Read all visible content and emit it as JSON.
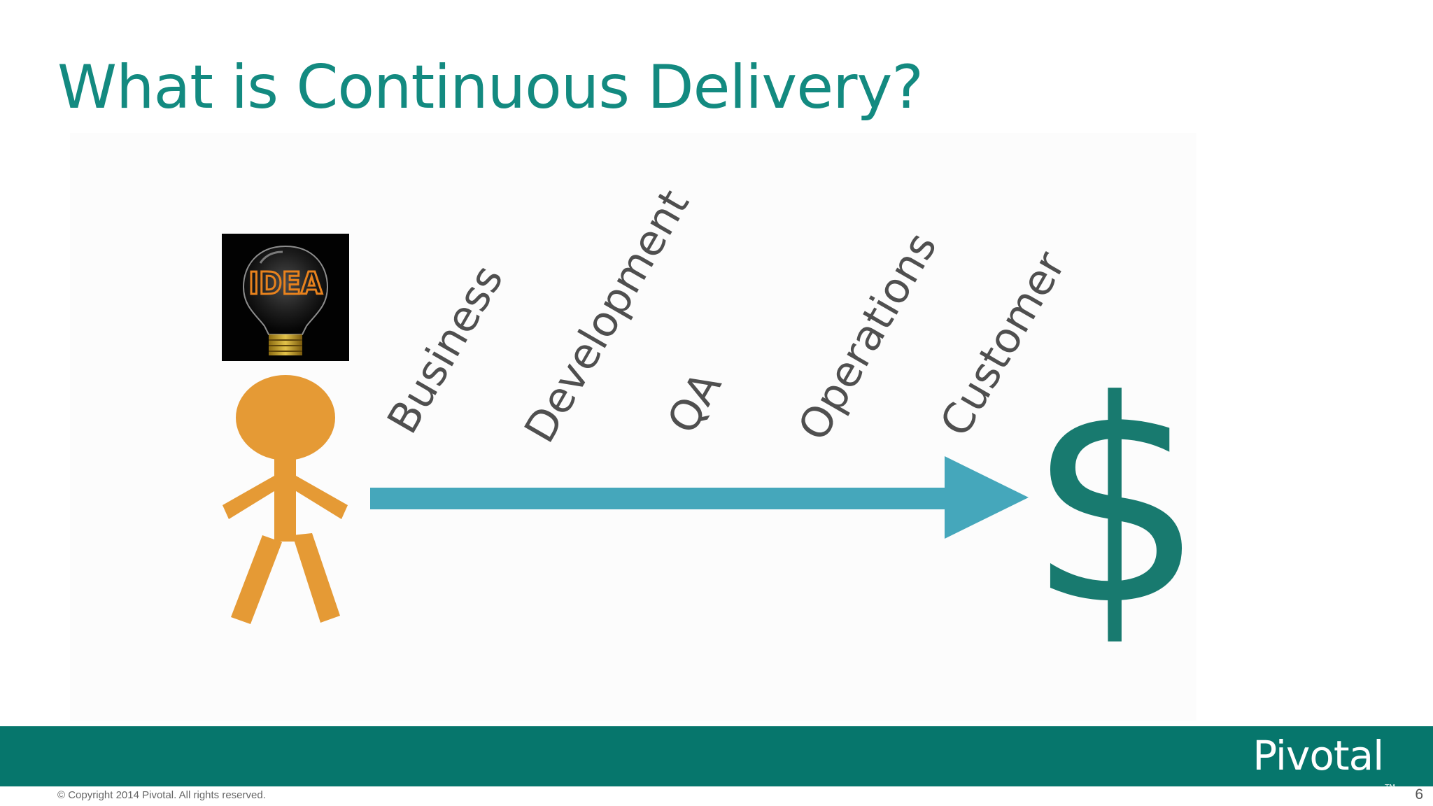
{
  "slide": {
    "title": "What is Continuous Delivery?",
    "page_number": "6"
  },
  "diagram": {
    "idea_image_text": "IDEA",
    "stages": [
      "Business",
      "Development",
      "QA",
      "Operations",
      "Customer"
    ],
    "goal_symbol": "$",
    "colors": {
      "person": "#e59a35",
      "arrow": "#45a7bb",
      "dollar": "#187a6f",
      "title": "#138a80",
      "footer": "#06766c"
    }
  },
  "footer": {
    "brand": "Pivotal",
    "brand_mark": "TM",
    "copyright": "© Copyright 2014 Pivotal. All rights reserved."
  }
}
